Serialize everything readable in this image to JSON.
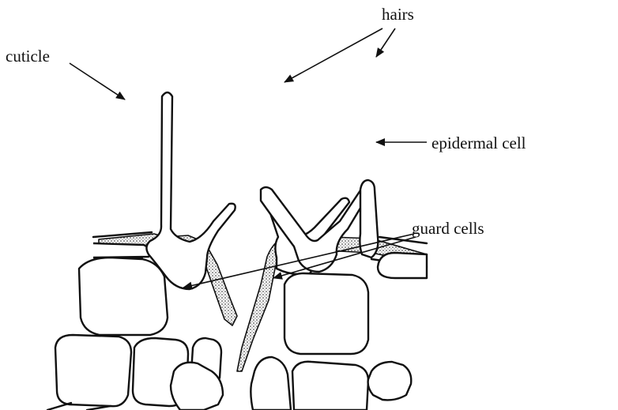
{
  "labels": {
    "hairs": "hairs",
    "cuticle": "cuticle",
    "epidermal_cell": "epidermal cell",
    "guard_cells": "guard cells"
  },
  "colors": {
    "ink": "#111111",
    "background": "#ffffff"
  }
}
